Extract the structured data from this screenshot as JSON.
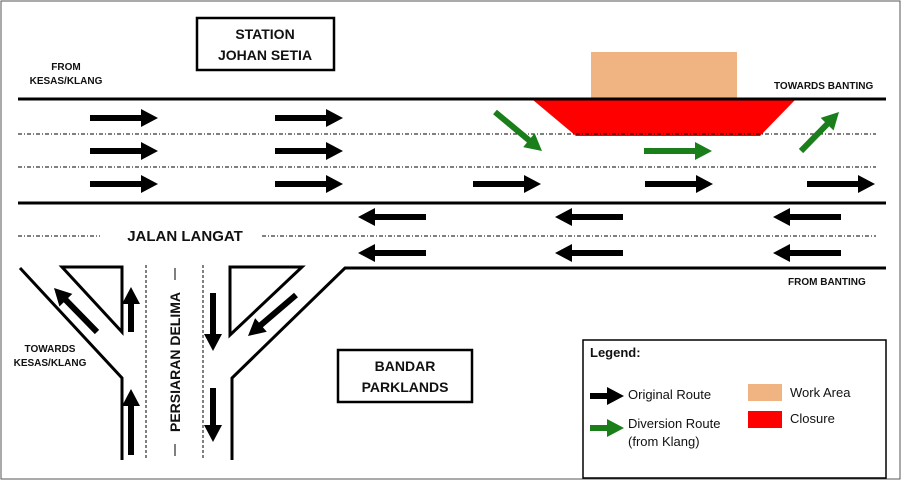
{
  "labels": {
    "station_line1": "STATION",
    "station_line2": "JOHAN SETIA",
    "from_left_line1": "FROM",
    "from_left_line2": "KESAS/KLANG",
    "towards_banting": "TOWARDS BANTING",
    "from_banting": "FROM BANTING",
    "jalan_langat": "JALAN LANGAT",
    "towards_left_line1": "TOWARDS",
    "towards_left_line2": "KESAS/KLANG",
    "persiaran_delima": "PERSIARAN DELIMA",
    "bandar_line1": "BANDAR",
    "bandar_line2": "PARKLANDS"
  },
  "legend": {
    "title": "Legend:",
    "original_route": "Original Route",
    "diversion_route_line1": "Diversion Route",
    "diversion_route_line2": "(from Klang)",
    "work_area": "Work Area",
    "closure": "Closure"
  },
  "colors": {
    "original_route": "#000000",
    "diversion_route": "#1a7f1a",
    "work_area": "#f0b483",
    "closure": "#ff0000"
  }
}
